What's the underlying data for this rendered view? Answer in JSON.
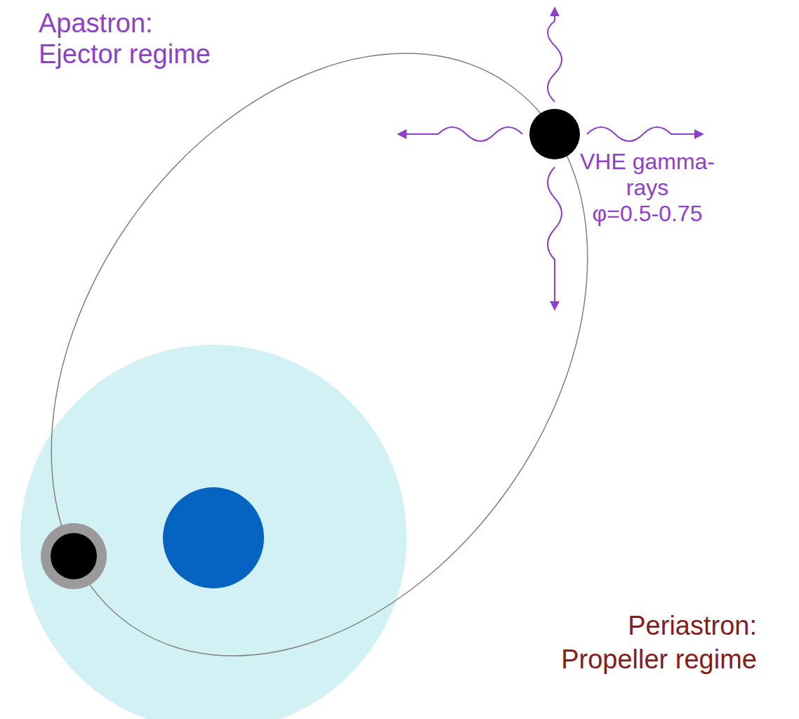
{
  "diagram": {
    "labels": [
      "Apastron:",
      "Ejector regime",
      "VHE gamma-rays",
      "φ=0.5-0.75",
      "Periastron:",
      "Propeller regime"
    ]
  }
}
